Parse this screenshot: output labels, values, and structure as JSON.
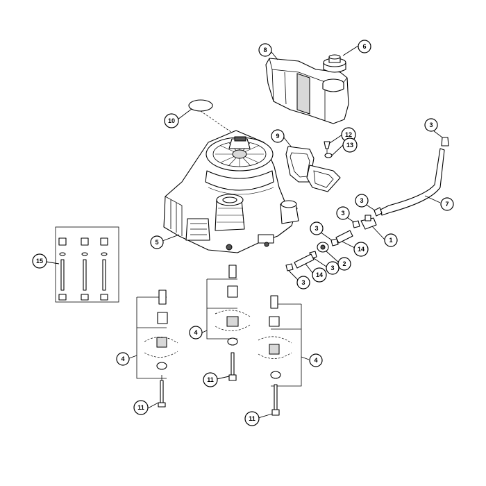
{
  "diagram": {
    "callouts": [
      {
        "id": "c1",
        "label": "1"
      },
      {
        "id": "c2",
        "label": "2"
      },
      {
        "id": "c3a",
        "label": "3"
      },
      {
        "id": "c3b",
        "label": "3"
      },
      {
        "id": "c3c",
        "label": "3"
      },
      {
        "id": "c3d",
        "label": "3"
      },
      {
        "id": "c3e",
        "label": "3"
      },
      {
        "id": "c3f",
        "label": "3"
      },
      {
        "id": "c4a",
        "label": "4"
      },
      {
        "id": "c4b",
        "label": "4"
      },
      {
        "id": "c4c",
        "label": "4"
      },
      {
        "id": "c5",
        "label": "5"
      },
      {
        "id": "c6",
        "label": "6"
      },
      {
        "id": "c7",
        "label": "7"
      },
      {
        "id": "c8",
        "label": "8"
      },
      {
        "id": "c9",
        "label": "9"
      },
      {
        "id": "c10",
        "label": "10"
      },
      {
        "id": "c11a",
        "label": "11"
      },
      {
        "id": "c11b",
        "label": "11"
      },
      {
        "id": "c11c",
        "label": "11"
      },
      {
        "id": "c12",
        "label": "12"
      },
      {
        "id": "c13",
        "label": "13"
      },
      {
        "id": "c14a",
        "label": "14"
      },
      {
        "id": "c14b",
        "label": "14"
      },
      {
        "id": "c15",
        "label": "15"
      }
    ]
  }
}
